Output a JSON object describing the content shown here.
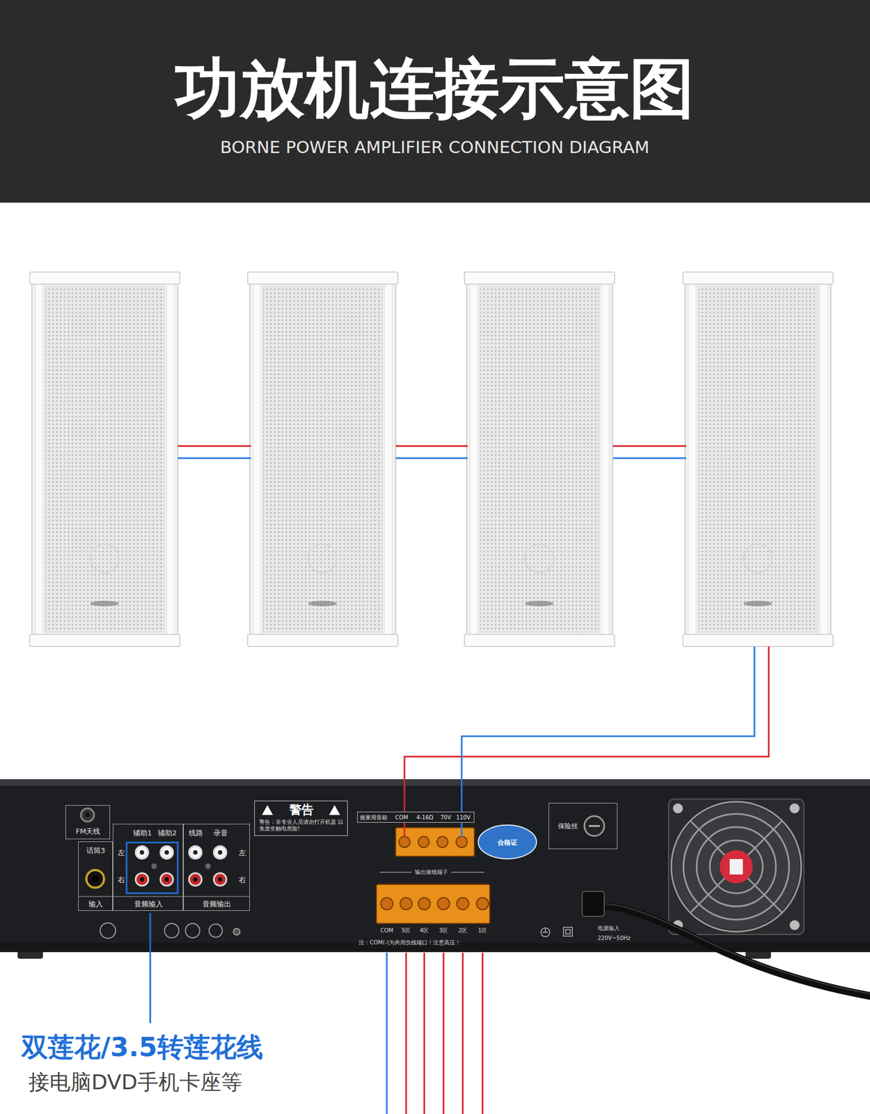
{
  "diagram": {
    "title": "功放机连接示意图",
    "nodes": [
      {
        "text": [
          "FM天线"
        ]
      },
      {
        "text": [
          "话筒3",
          "输入"
        ]
      },
      {
        "text": [
          "辅助1",
          "辅助2",
          "左",
          "右",
          "音频输入"
        ]
      },
      {
        "text": [
          "线路",
          "录音",
          "左",
          "右",
          "音频输出"
        ]
      },
      {
        "text": [
          "警告",
          "警告：非专业人员请勿打开机盖 以免发生触电危险!"
        ]
      },
      {
        "text": [
          "接家用音箱",
          "COM",
          "4-16Ω",
          "70V",
          "110V"
        ]
      },
      {
        "text": [
          "合格证"
        ]
      },
      {
        "text": [
          "保险丝"
        ]
      }
    ],
    "labels": [
      "BORNE POWER AMPLIFIER CONNECTION DIAGRAM",
      "输出接线端子",
      "COM",
      "5区",
      "4区",
      "3区",
      "2区",
      "1区",
      "注：COM(-)为共用负线端口！注意高压！",
      "电源输入",
      "220V~50Hz",
      "双莲花/3.5转莲花线",
      "接电脑DVD手机卡座等"
    ]
  }
}
